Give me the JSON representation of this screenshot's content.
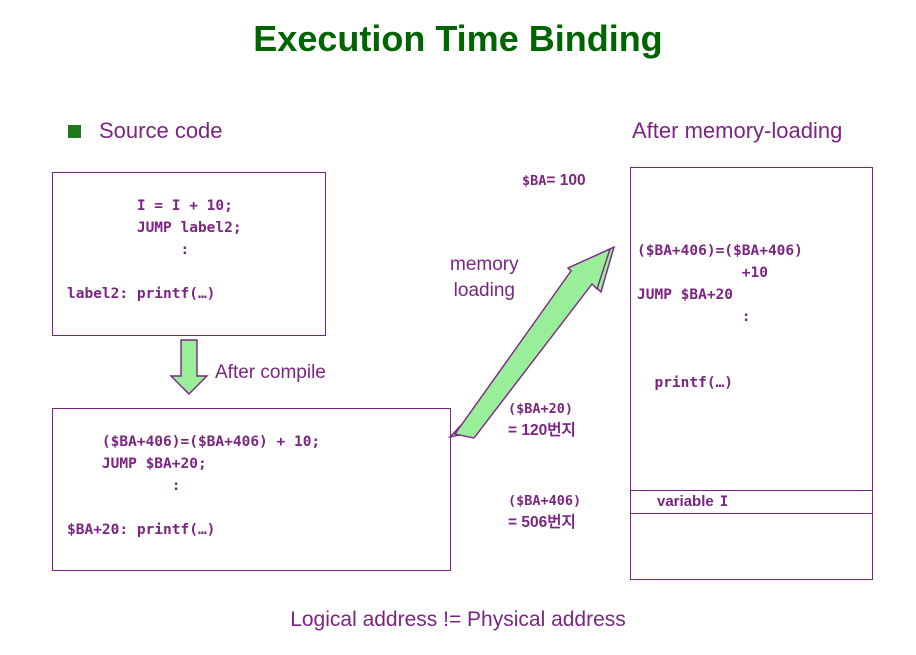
{
  "slide": {
    "title": "Execution Time Binding",
    "bottom_caption": "Logical address != Physical address",
    "accent_title_color": "#006400",
    "accent_text_color": "#7b2482",
    "arrow_fill_color": "#99EE99",
    "bullet_color": "#1f7a1f"
  },
  "left": {
    "bullet_label": "Source code",
    "bullet_icon": "square-bullet-icon",
    "code_box_1": {
      "lines": [
        "        I = I + 10;",
        "        JUMP label2;",
        "             :",
        "",
        "label2: printf(…)"
      ],
      "text": "        I = I + 10;\n        JUMP label2;\n             :\n\nlabel2: printf(…)"
    },
    "compile_arrow_label": "After compile",
    "compile_arrow_icon": "arrow-down-icon",
    "code_box_2": {
      "lines": [
        "    ($BA+406)=($BA+406) + 10;",
        "    JUMP $BA+20;",
        "            :",
        "",
        "$BA+20: printf(…)"
      ],
      "text": "    ($BA+406)=($BA+406) + 10;\n    JUMP $BA+20;\n            :\n\n$BA+20: printf(…)"
    }
  },
  "middle": {
    "memory_loading_label_line1": "memory",
    "memory_loading_label_line2": "loading",
    "loading_arrow_icon": "arrow-diagonal-up-right-icon",
    "ba_label": {
      "mono": "$BA",
      "sans": "= 100"
    },
    "addr_120": {
      "mono": "($BA+20)",
      "sans": "= 120번지"
    },
    "addr_506": {
      "mono": "($BA+406)",
      "sans": "= 506번지"
    }
  },
  "right": {
    "header": "After memory-loading",
    "memory_code": {
      "lines": [
        "($BA+406)=($BA+406)",
        "            +10",
        "JUMP $BA+20",
        "            :",
        "",
        "",
        "  printf(…)"
      ],
      "text": "($BA+406)=($BA+406)\n            +10\nJUMP $BA+20\n            :\n\n\n  printf(…)"
    },
    "variable_row": {
      "label": "variable",
      "name": "I"
    }
  }
}
